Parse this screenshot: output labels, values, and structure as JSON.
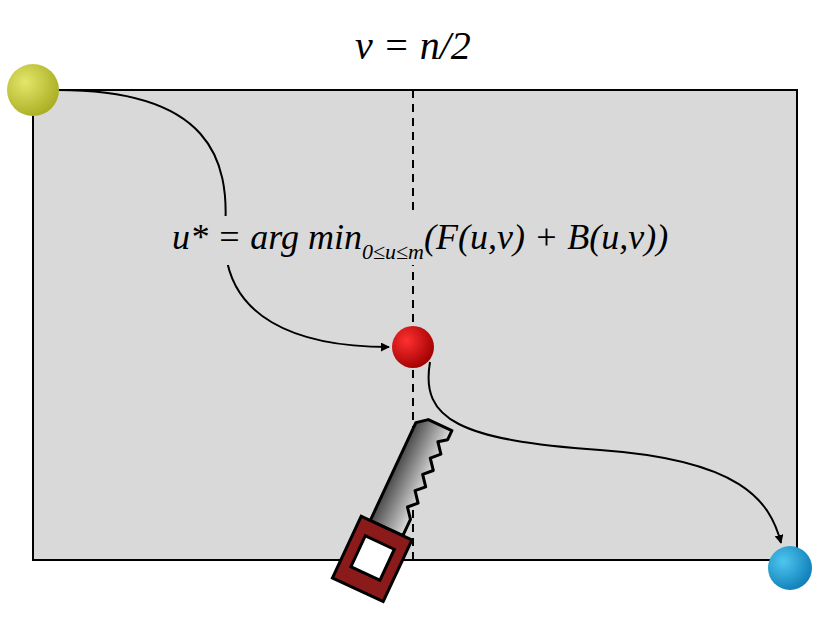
{
  "diagram": {
    "labels": [
      "v = n/2",
      "u* = arg min",
      "0≤u≤m",
      "(F(u,v) + B(u,v))"
    ]
  }
}
